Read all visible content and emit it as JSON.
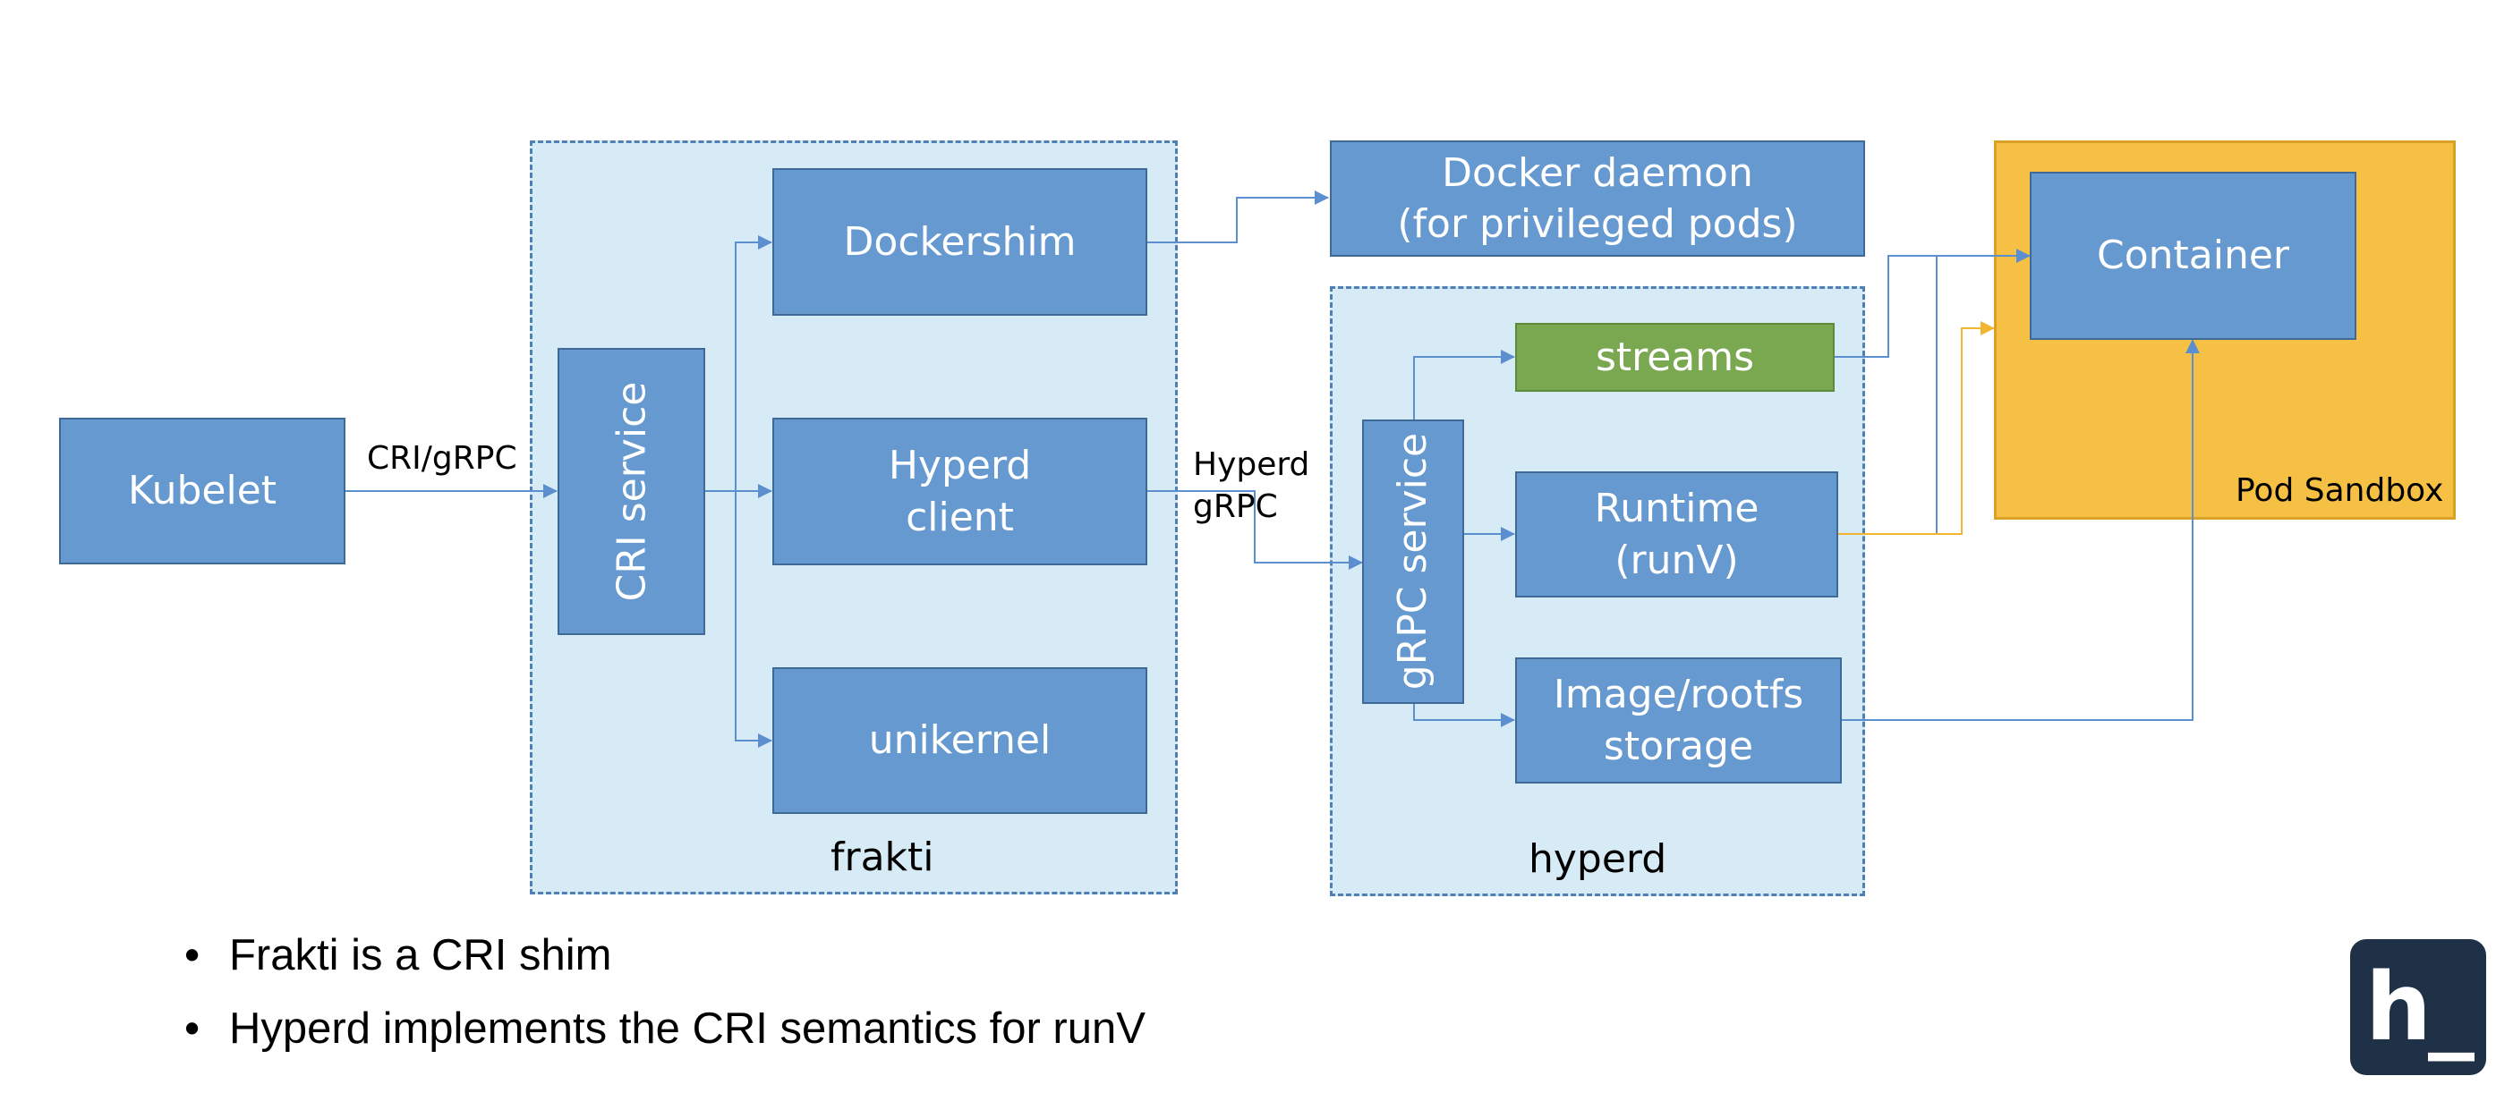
{
  "diagram": {
    "kubelet": "Kubelet",
    "cri_grpc": "CRI/gRPC",
    "frakti": {
      "region_label": "frakti",
      "cri_service": "CRI service",
      "dockershim": "Dockershim",
      "hyperd_client": "Hyperd\nclient",
      "unikernel": "unikernel"
    },
    "hyperd_grpc": "Hyperd\ngRPC",
    "docker_daemon": "Docker daemon\n(for privileged pods)",
    "hyperd": {
      "region_label": "hyperd",
      "grpc_service": "gRPC service",
      "streams": "streams",
      "runtime": "Runtime\n(runV)",
      "image_storage": "Image/rootfs\nstorage"
    },
    "pod_sandbox": {
      "label": "Pod Sandbox",
      "container": "Container"
    },
    "colors": {
      "box_fill": "#6699cf",
      "region_fill": "#d6ebf5",
      "streams_fill": "#79a851",
      "sandbox_fill": "#f6c045",
      "blue_wire": "#5b8fd0",
      "yellow_wire": "#f2b531"
    }
  },
  "bullets": [
    "Frakti is a CRI shim",
    "Hyperd implements the CRI semantics for runV"
  ],
  "logo": {
    "icon": "hyper-logo-icon",
    "text": "h_"
  }
}
